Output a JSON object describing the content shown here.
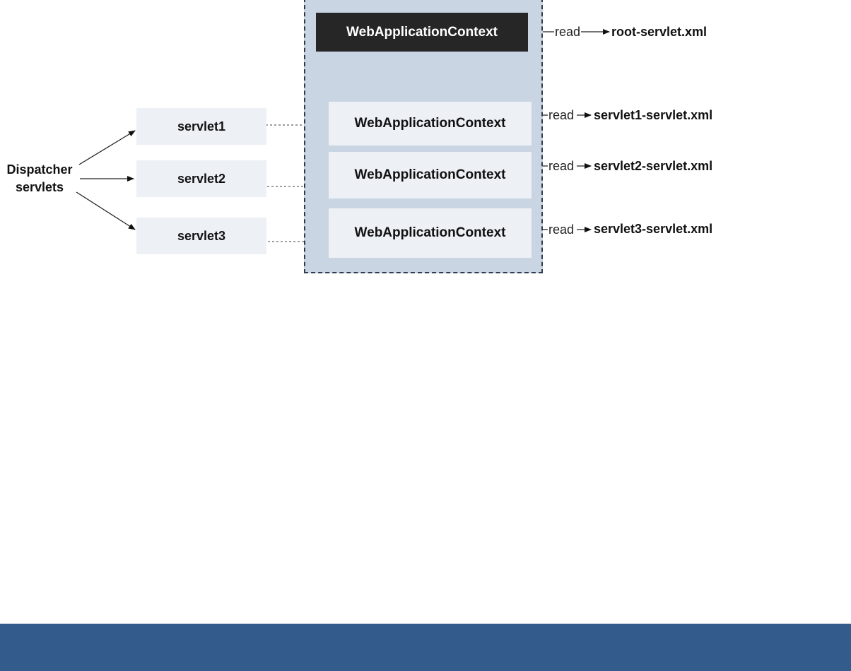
{
  "diagram": {
    "dispatcher_label": "Dispatcher servlets",
    "root_context": {
      "label": "WebApplicationContext",
      "read_label": "read",
      "file": "root-servlet.xml"
    },
    "servlets": [
      {
        "label": "servlet1",
        "context_label": "WebApplicationContext",
        "read_label": "read",
        "file": "servlet1-servlet.xml"
      },
      {
        "label": "servlet2",
        "context_label": "WebApplicationContext",
        "read_label": "read",
        "file": "servlet2-servlet.xml"
      },
      {
        "label": "servlet3",
        "context_label": "WebApplicationContext",
        "read_label": "read",
        "file": "servlet3-servlet.xml"
      }
    ]
  },
  "colors": {
    "container_fill": "#c9d5e3",
    "root_context_fill": "#262626",
    "box_fill": "#edf0f5",
    "footer_bar": "#335b8b"
  }
}
